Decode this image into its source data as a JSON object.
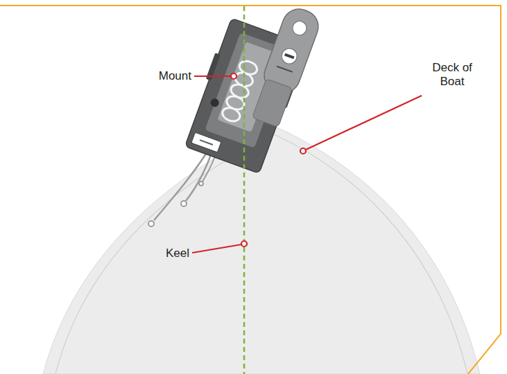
{
  "diagram": {
    "labels": [
      "Mount",
      "Deck of Boat",
      "Keel"
    ]
  }
}
